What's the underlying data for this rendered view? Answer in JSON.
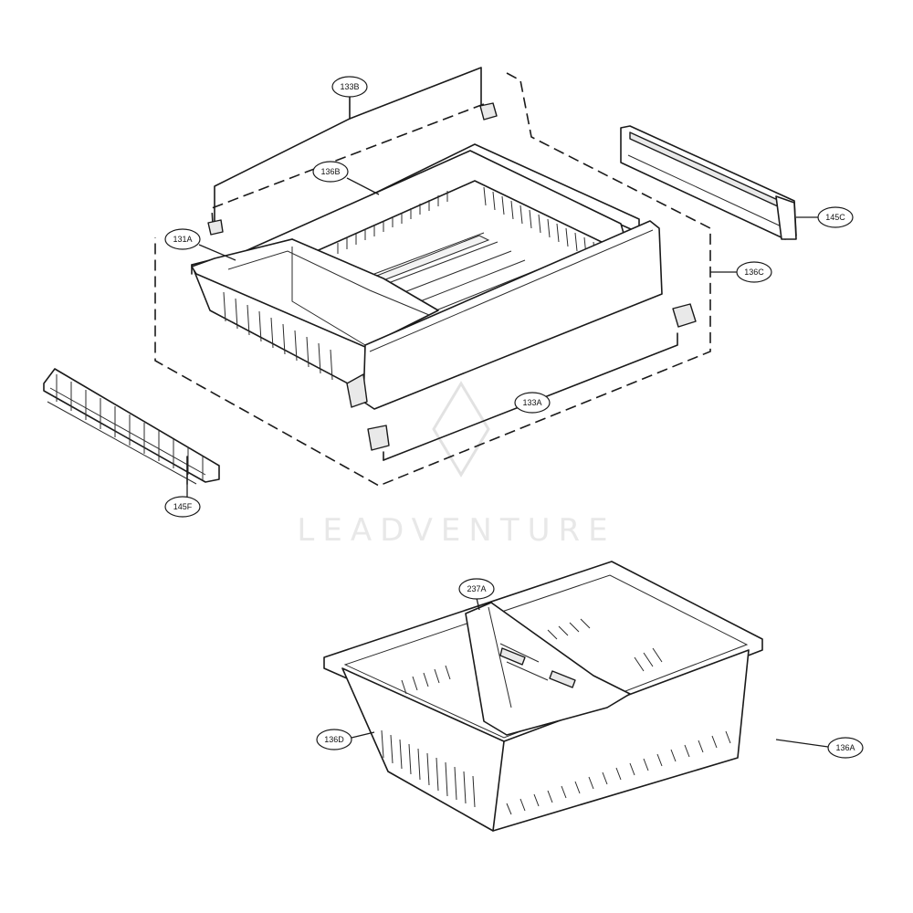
{
  "watermark": "LEADVENTURE",
  "callouts": {
    "c133B": "133B",
    "c136B": "136B",
    "c131A": "131A",
    "c145C": "145C",
    "c136C": "136C",
    "c133A": "133A",
    "c145F": "145F",
    "c237A": "237A",
    "c136D": "136D",
    "c136A": "136A"
  }
}
